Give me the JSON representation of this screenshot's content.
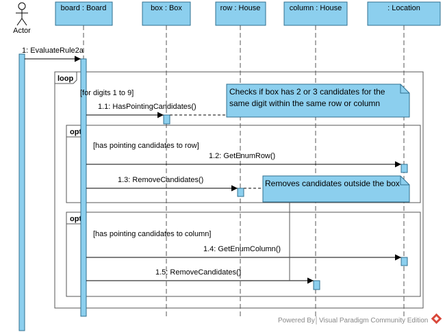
{
  "colors": {
    "box_fill": "#8ccfee",
    "box_stroke": "#2f6f8f",
    "line": "#000000",
    "frame": "#555555",
    "lifeline": "#555555",
    "footer_text": "#888888",
    "logo": "#d9483b"
  },
  "actor": {
    "label": "Actor"
  },
  "lifelines": [
    {
      "id": "board",
      "label": "board : Board"
    },
    {
      "id": "box",
      "label": "box : Box"
    },
    {
      "id": "row",
      "label": "row : House"
    },
    {
      "id": "column",
      "label": "column : House"
    },
    {
      "id": "location",
      "label": ": Location"
    }
  ],
  "messages": {
    "m1": "1: EvaluateRule2a",
    "m11": "1.1: HasPointingCandidates()",
    "m12": "1.2: GetEnumRow()",
    "m13": "1.3: RemoveCandidates()",
    "m14": "1.4: GetEnumColumn()",
    "m15": "1.5: RemoveCandidates()"
  },
  "fragments": {
    "loop": {
      "operator": "loop",
      "guard": "[for digits 1 to 9]"
    },
    "opt1": {
      "operator": "opt",
      "guard": "[has pointing candidates to row]"
    },
    "opt2": {
      "operator": "opt",
      "guard": "[has pointing candidates to column]"
    }
  },
  "notes": {
    "n1": {
      "line1": "Checks if box has 2 or 3 candidates for the",
      "line2": "same digit within the same row or column"
    },
    "n2": {
      "line1": "Removes candidates outside the box"
    }
  },
  "footer": {
    "powered_by": "Powered By",
    "brand": "Visual Paradigm Community Edition",
    "logo_icon": "visual-paradigm-logo-icon"
  }
}
